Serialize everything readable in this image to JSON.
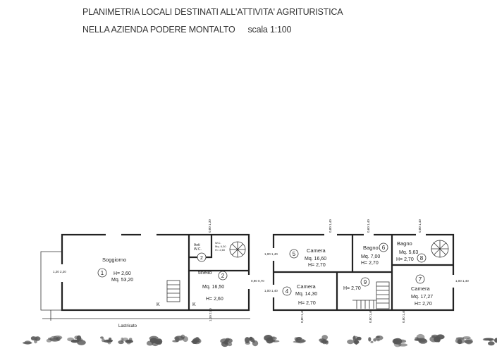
{
  "header": {
    "line1": "PLANIMETRIA LOCALI DESTINATI ALL'ATTIVITA' AGRITURISTICA",
    "line2": "NELLA AZIENDA PODERE MONTALTO",
    "scale": "scala 1:100"
  },
  "left_plan": {
    "rooms": [
      {
        "no": "1",
        "name": "Soggiorno",
        "height": "H= 2,60",
        "area": "Mq. 53,20"
      },
      {
        "no": "2",
        "name": "tinello",
        "area": "Mq. 16,50",
        "height": "H= 2,60"
      },
      {
        "no": "2",
        "name": "W.C.",
        "area": "Mq. 6,30",
        "height": "H= 2,60"
      }
    ],
    "small_labels": {
      "anti": "Anti",
      "wc": "W.C.",
      "k1": "K",
      "k2": "K",
      "path": "Lastricato"
    },
    "window_marks": [
      "0,80 1,30",
      "0,90 0,70",
      "1,00 2,00",
      "1,20 2,20"
    ]
  },
  "right_plan": {
    "rooms": [
      {
        "no": "5",
        "name": "Camera",
        "area": "Mq. 16,60",
        "height": "H= 2,70"
      },
      {
        "no": "6",
        "name": "Bagno",
        "area": "Mq. 7,00",
        "height": "H= 2,70"
      },
      {
        "no": "8",
        "name": "Bagno",
        "area": "Mq. 5,63",
        "height": "H= 2,70"
      },
      {
        "no": "4",
        "name": "Camera",
        "area": "Mq. 14,30",
        "height": "H= 2,70"
      },
      {
        "no": "9",
        "name": "",
        "area": "",
        "height": "H= 2,70"
      },
      {
        "no": "7",
        "name": "Camera",
        "area": "Mq. 17,27",
        "height": "H= 2,70"
      }
    ],
    "window_marks": [
      "0,80 1,40",
      "0,60 1,40",
      "0,80 1,40",
      "1,00 1,40",
      "1,00 1,40",
      "1,00 1,40",
      "0,80 1,40",
      "0,80 1,40",
      "0,80 1,40"
    ]
  },
  "colors": {
    "ink": "#222222",
    "background": "#ffffff",
    "vegetation": "#555555"
  }
}
